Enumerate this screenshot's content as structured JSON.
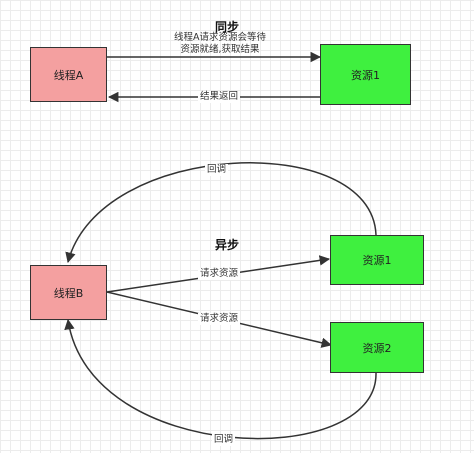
{
  "sync": {
    "title": "同步",
    "thread_a": "线程A",
    "resource1": "资源1",
    "request_label_line1": "线程A请求资源会等待",
    "request_label_line2": "资源就绪,获取结果",
    "return_label": "结果返回"
  },
  "async": {
    "title": "异步",
    "thread_b": "线程B",
    "resource1": "资源1",
    "resource2": "资源2",
    "request_label_1": "请求资源",
    "request_label_2": "请求资源",
    "callback_label_top": "回调",
    "callback_label_bottom": "回调"
  },
  "colors": {
    "thread_fill": "#f4a0a0",
    "resource_fill": "#3ff03f",
    "stroke": "#333333"
  }
}
